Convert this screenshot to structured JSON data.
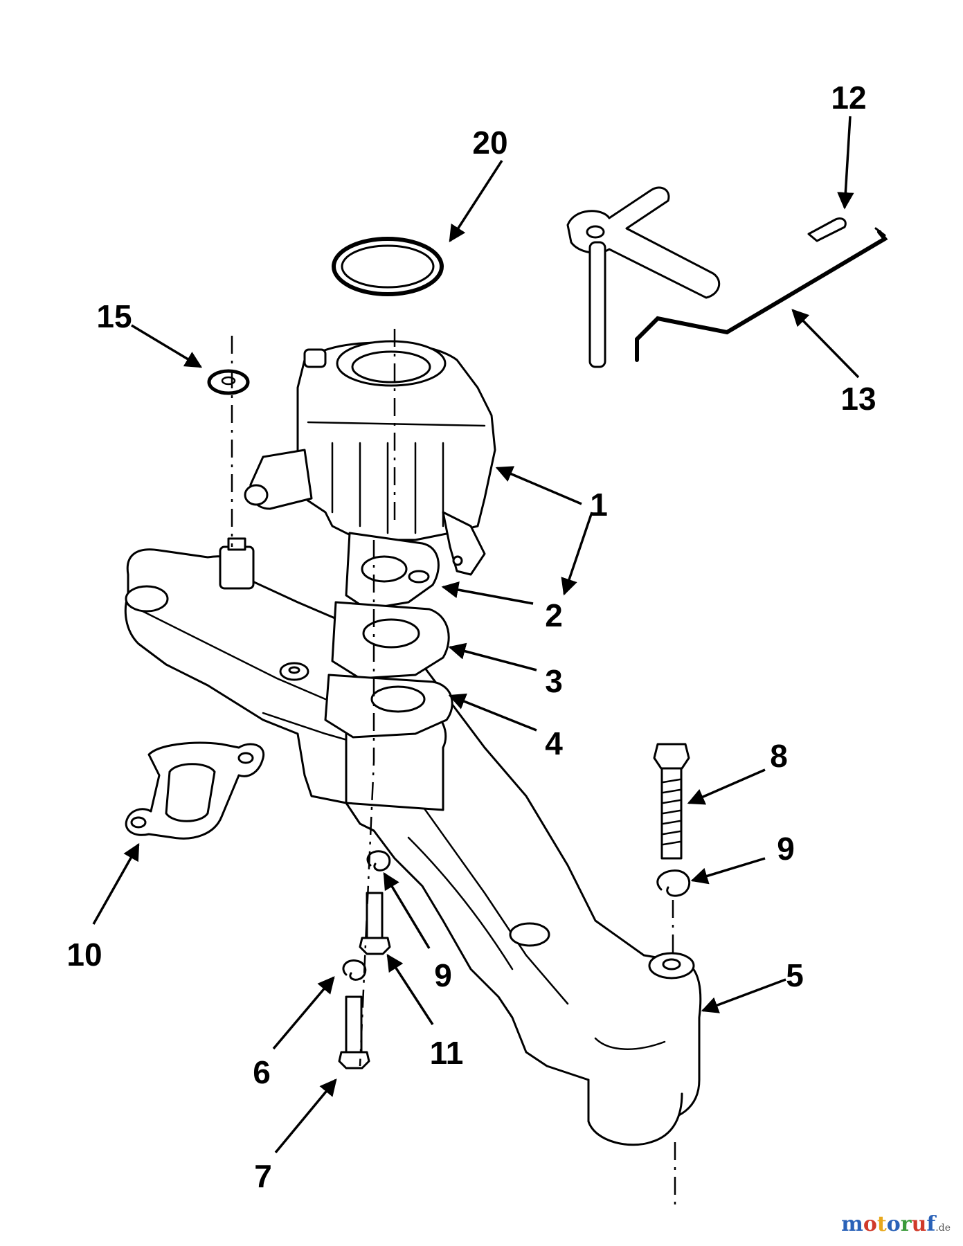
{
  "callouts": [
    {
      "id": "1",
      "label": "1"
    },
    {
      "id": "2",
      "label": "2"
    },
    {
      "id": "3",
      "label": "3"
    },
    {
      "id": "4",
      "label": "4"
    },
    {
      "id": "5",
      "label": "5"
    },
    {
      "id": "6",
      "label": "6"
    },
    {
      "id": "7",
      "label": "7"
    },
    {
      "id": "8",
      "label": "8"
    },
    {
      "id": "9a",
      "label": "9"
    },
    {
      "id": "9b",
      "label": "9"
    },
    {
      "id": "10",
      "label": "10"
    },
    {
      "id": "11",
      "label": "11"
    },
    {
      "id": "12",
      "label": "12"
    },
    {
      "id": "13",
      "label": "13"
    },
    {
      "id": "15",
      "label": "15"
    },
    {
      "id": "20",
      "label": "20"
    }
  ],
  "watermark": {
    "text": "motoruf",
    "tld": ".de",
    "colors": [
      "#2a62b8",
      "#d03a2a",
      "#e8a81c",
      "#2a62b8",
      "#3a9a3a",
      "#d03a2a",
      "#2a62b8"
    ]
  }
}
